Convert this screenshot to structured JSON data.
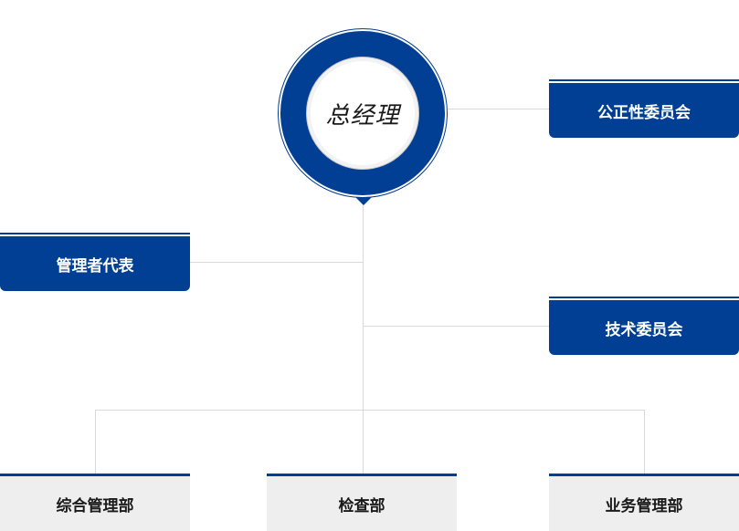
{
  "general_manager": {
    "label": "总经理"
  },
  "committees": {
    "fairness": {
      "label": "公正性委员会"
    },
    "management_rep": {
      "label": "管理者代表"
    },
    "technical": {
      "label": "技术委员会"
    }
  },
  "departments": [
    {
      "label": "综合管理部"
    },
    {
      "label": "检查部"
    },
    {
      "label": "业务管理部"
    }
  ],
  "colors": {
    "primary_blue": "#003f93",
    "connector_gray": "#d9d9d9",
    "dept_bg": "#eeeeee"
  }
}
